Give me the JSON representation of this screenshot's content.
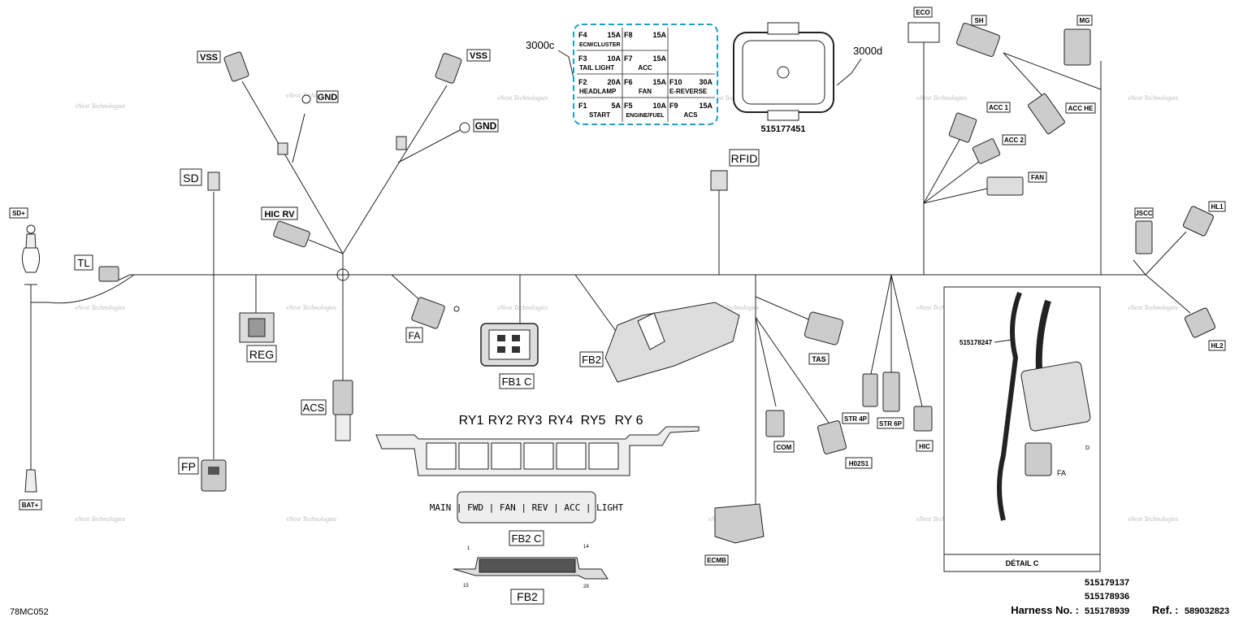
{
  "connectors": {
    "vss_left": "VSS",
    "vss_right": "VSS",
    "gnd_left": "GND",
    "gnd_right": "GND",
    "sd": "SD",
    "sd_plus": "SD+",
    "bat_plus": "BAT+",
    "tl": "TL",
    "hic_rv": "HIC RV",
    "reg": "REG",
    "acs": "ACS",
    "fp": "FP",
    "fa": "FA",
    "fb1c": "FB1 C",
    "fb2": "FB2",
    "fb2c": "FB2 C",
    "fb2_bottom": "FB2",
    "rfid": "RFID",
    "tas": "TAS",
    "com": "COM",
    "h02s1": "H02S1",
    "str4p": "STR 4P",
    "str6p": "STR 6P",
    "hic": "HIC",
    "ecmb": "ECMB",
    "eco": "ECO",
    "sh": "SH",
    "mg": "MG",
    "acc1": "ACC 1",
    "acc2": "ACC 2",
    "fan": "FAN",
    "acc_he": "ACC HE",
    "jscc": "JSCC",
    "hl1": "HL1",
    "hl2": "HL2"
  },
  "fuse_box": {
    "callout": "3000c",
    "fuses": [
      {
        "id": "F4",
        "amp": "15A",
        "name": "ECM/CLUSTER"
      },
      {
        "id": "F8",
        "amp": "15A",
        "name": ""
      },
      {
        "id": "F3",
        "amp": "10A",
        "name": "TAIL LIGHT"
      },
      {
        "id": "F7",
        "amp": "15A",
        "name": "ACC"
      },
      {
        "id": "F2",
        "amp": "20A",
        "name": "HEADLAMP"
      },
      {
        "id": "F6",
        "amp": "15A",
        "name": "FAN"
      },
      {
        "id": "F10",
        "amp": "30A",
        "name": "E-REVERSE"
      },
      {
        "id": "F1",
        "amp": "5A",
        "name": "START"
      },
      {
        "id": "F5",
        "amp": "10A",
        "name": "ENGINE/FUEL"
      },
      {
        "id": "F9",
        "amp": "15A",
        "name": "ACS"
      }
    ]
  },
  "relay_box": {
    "callout": "3000d",
    "part_no": "515177451"
  },
  "relays": [
    "RY1",
    "RY2",
    "RY3",
    "RY4",
    "RY5",
    "RY 6"
  ],
  "fb2c_labels": "MAIN | FWD | FAN | REV | ACC | LIGHT",
  "fb2_pins": {
    "p1": "1",
    "p14": "14",
    "p15": "15",
    "p28": "28"
  },
  "detail": {
    "title": "DÉTAIL C",
    "part": "515178247",
    "fa": "FA",
    "d": "D"
  },
  "footer": {
    "ref_code": "78MC052",
    "harness_label": "Harness No. :",
    "harness_numbers": [
      "515179137",
      "515178936",
      "515178939"
    ],
    "ref_label": "Ref. :",
    "ref_number": "589032823"
  },
  "watermark": "vNext Technologies"
}
